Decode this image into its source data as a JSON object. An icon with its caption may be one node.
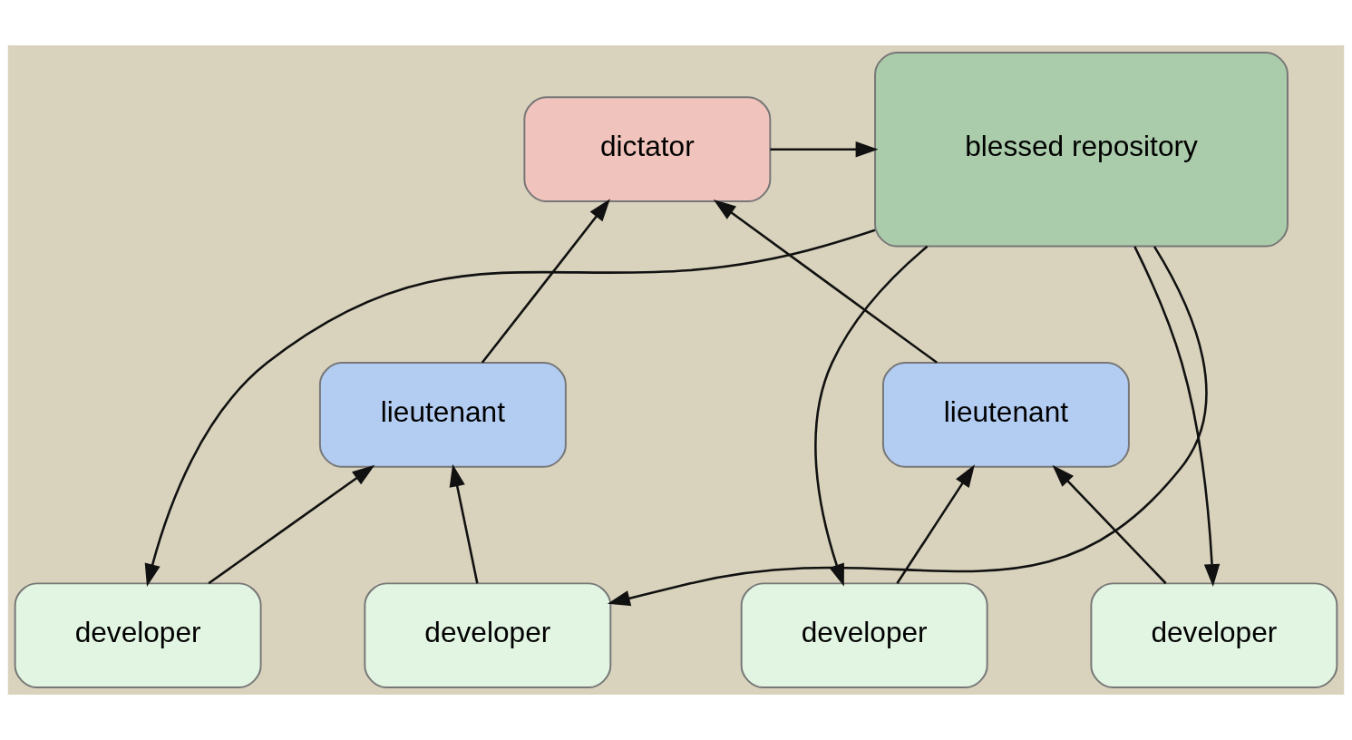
{
  "diagram": {
    "nodes": [
      {
        "text": [
          "dictator"
        ]
      },
      {
        "text": [
          "blessed repository"
        ]
      },
      {
        "text": [
          "lieutenant"
        ]
      },
      {
        "text": [
          "lieutenant"
        ]
      },
      {
        "text": [
          "developer"
        ]
      },
      {
        "text": [
          "developer"
        ]
      },
      {
        "text": [
          "developer"
        ]
      },
      {
        "text": [
          "developer"
        ]
      }
    ],
    "edges": [
      {
        "from": 0,
        "to": 1,
        "arrow": "to"
      },
      {
        "from": 3,
        "to": 0,
        "arrow": "to"
      },
      {
        "from": 2,
        "to": 0,
        "arrow": "to"
      },
      {
        "from": 1,
        "to": 4,
        "arrow": "to"
      },
      {
        "from": 1,
        "to": 5,
        "arrow": "to"
      },
      {
        "from": 1,
        "to": 6,
        "arrow": "to"
      },
      {
        "from": 1,
        "to": 7,
        "arrow": "to"
      },
      {
        "from": 4,
        "to": 3,
        "arrow": "to"
      },
      {
        "from": 5,
        "to": 3,
        "arrow": "to"
      },
      {
        "from": 6,
        "to": 2,
        "arrow": "to"
      },
      {
        "from": 7,
        "to": 2,
        "arrow": "to"
      }
    ]
  }
}
